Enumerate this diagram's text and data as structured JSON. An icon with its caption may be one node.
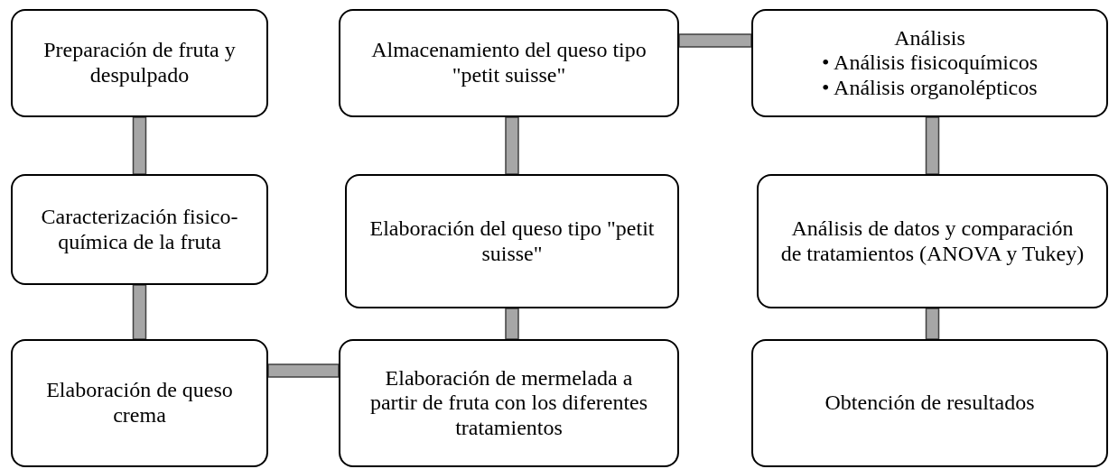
{
  "diagram": {
    "nodes": [
      {
        "text": [
          "Preparación de fruta y despulpado"
        ]
      },
      {
        "text": [
          "Caracterización fisico-química de la fruta"
        ]
      },
      {
        "text": [
          "Elaboración de queso crema"
        ]
      },
      {
        "text": [
          "Elaboración de mermelada a partir de fruta con los diferentes tratamientos"
        ]
      },
      {
        "text": [
          "Elaboración del queso tipo \"petit suisse\""
        ]
      },
      {
        "text": [
          "Almacenamiento del queso tipo \"petit suisse\""
        ]
      },
      {
        "text": [
          "Análisis",
          "• Análisis fisicoquímicos",
          "• Análisis organolépticos"
        ]
      },
      {
        "text": [
          "Análisis de datos y comparación de tratamientos (ANOVA y Tukey)"
        ]
      },
      {
        "text": [
          "Obtención de resultados"
        ]
      }
    ],
    "edges": [
      {
        "from": 0,
        "to": 1,
        "arrow": "none"
      },
      {
        "from": 1,
        "to": 2,
        "arrow": "none"
      },
      {
        "from": 2,
        "to": 3,
        "arrow": "none"
      },
      {
        "from": 3,
        "to": 4,
        "arrow": "none"
      },
      {
        "from": 4,
        "to": 5,
        "arrow": "none"
      },
      {
        "from": 5,
        "to": 6,
        "arrow": "none"
      },
      {
        "from": 6,
        "to": 7,
        "arrow": "none"
      },
      {
        "from": 7,
        "to": 8,
        "arrow": "none"
      }
    ]
  }
}
